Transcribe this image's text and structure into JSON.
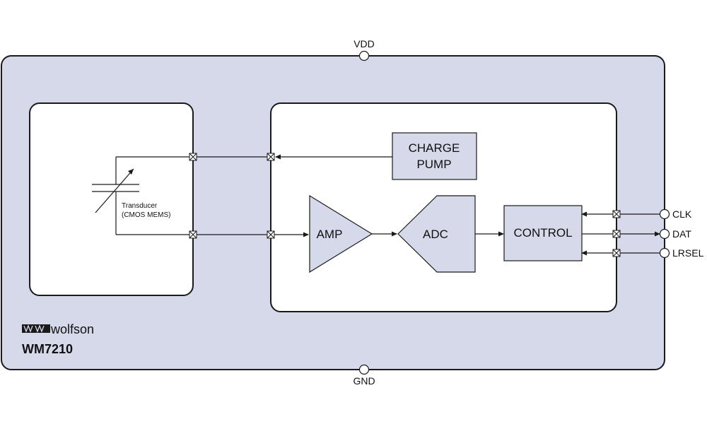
{
  "colors": {
    "chip_fill": "#d5d9ea",
    "block_fill": "#d5d9ea",
    "panel_fill": "#ffffff",
    "stroke": "#1a1a1a"
  },
  "pins": {
    "vdd": "VDD",
    "gnd": "GND",
    "clk": "CLK",
    "dat": "DAT",
    "lrsel": "LRSEL"
  },
  "blocks": {
    "charge_pump_line1": "CHARGE",
    "charge_pump_line2": "PUMP",
    "amp": "AMP",
    "adc": "ADC",
    "control": "CONTROL"
  },
  "transducer": {
    "line1": "Transducer",
    "line2": "(CMOS MEMS)"
  },
  "branding": {
    "logo_text": "wolfson",
    "part_number": "WM7210"
  }
}
